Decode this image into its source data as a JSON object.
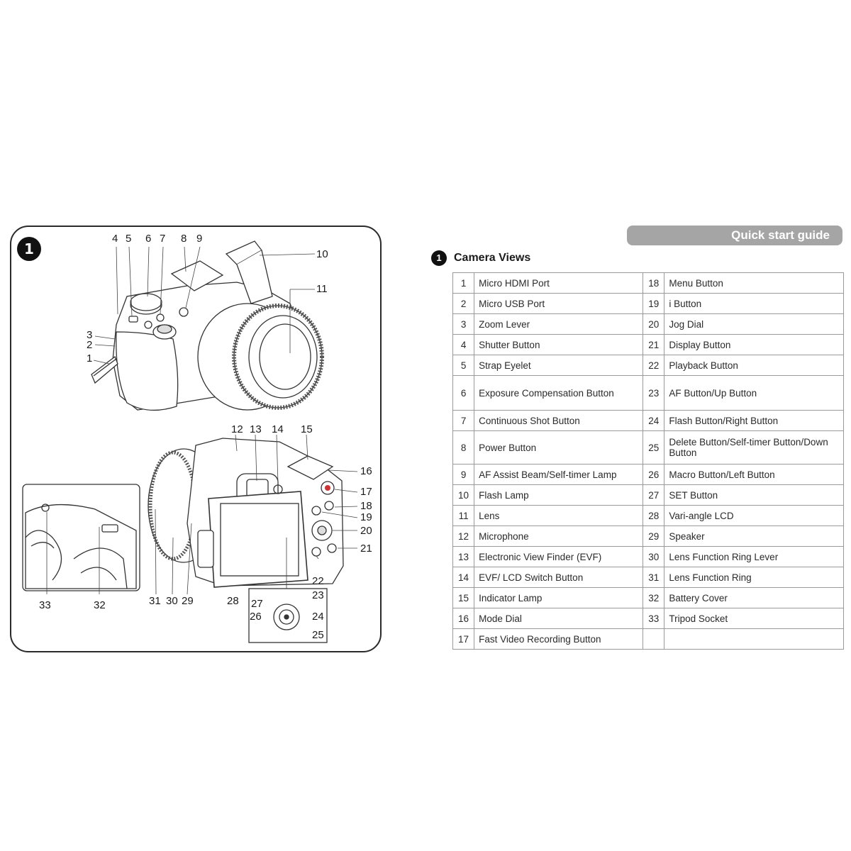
{
  "figure": {
    "badge": "1",
    "callouts": [
      "1",
      "2",
      "3",
      "4",
      "5",
      "6",
      "7",
      "8",
      "9",
      "10",
      "11",
      "12",
      "13",
      "14",
      "15",
      "16",
      "17",
      "18",
      "19",
      "20",
      "21",
      "22",
      "23",
      "24",
      "25",
      "26",
      "27",
      "28",
      "29",
      "30",
      "31",
      "32",
      "33"
    ]
  },
  "header": {
    "guide_tab": "Quick start guide"
  },
  "section": {
    "badge": "1",
    "title": "Camera Views"
  },
  "table": {
    "rows": [
      {
        "ln": "1",
        "l": "Micro HDMI Port",
        "rn": "18",
        "r": "Menu Button"
      },
      {
        "ln": "2",
        "l": "Micro USB Port",
        "rn": "19",
        "r": "i Button"
      },
      {
        "ln": "3",
        "l": "Zoom Lever",
        "rn": "20",
        "r": "Jog Dial"
      },
      {
        "ln": "4",
        "l": "Shutter Button",
        "rn": "21",
        "r": "Display Button"
      },
      {
        "ln": "5",
        "l": "Strap Eyelet",
        "rn": "22",
        "r": "Playback Button"
      },
      {
        "ln": "6",
        "l": "Exposure Compensation Button",
        "rn": "23",
        "r": "AF Button/Up Button"
      },
      {
        "ln": "7",
        "l": "Continuous Shot Button",
        "rn": "24",
        "r": "Flash Button/Right Button"
      },
      {
        "ln": "8",
        "l": "Power Button",
        "rn": "25",
        "r": "Delete Button/Self-timer Button/Down Button"
      },
      {
        "ln": "9",
        "l": "AF Assist Beam/Self-timer Lamp",
        "rn": "26",
        "r": "Macro Button/Left Button"
      },
      {
        "ln": "10",
        "l": "Flash Lamp",
        "rn": "27",
        "r": "SET Button"
      },
      {
        "ln": "11",
        "l": "Lens",
        "rn": "28",
        "r": "Vari-angle LCD"
      },
      {
        "ln": "12",
        "l": "Microphone",
        "rn": "29",
        "r": "Speaker"
      },
      {
        "ln": "13",
        "l": "Electronic View Finder (EVF)",
        "rn": "30",
        "r": "Lens Function Ring Lever"
      },
      {
        "ln": "14",
        "l": "EVF/ LCD Switch Button",
        "rn": "31",
        "r": "Lens Function Ring"
      },
      {
        "ln": "15",
        "l": "Indicator Lamp",
        "rn": "32",
        "r": "Battery Cover"
      },
      {
        "ln": "16",
        "l": "Mode Dial",
        "rn": "33",
        "r": "Tripod Socket"
      },
      {
        "ln": "17",
        "l": "Fast Video Recording Button",
        "rn": "",
        "r": ""
      }
    ]
  }
}
